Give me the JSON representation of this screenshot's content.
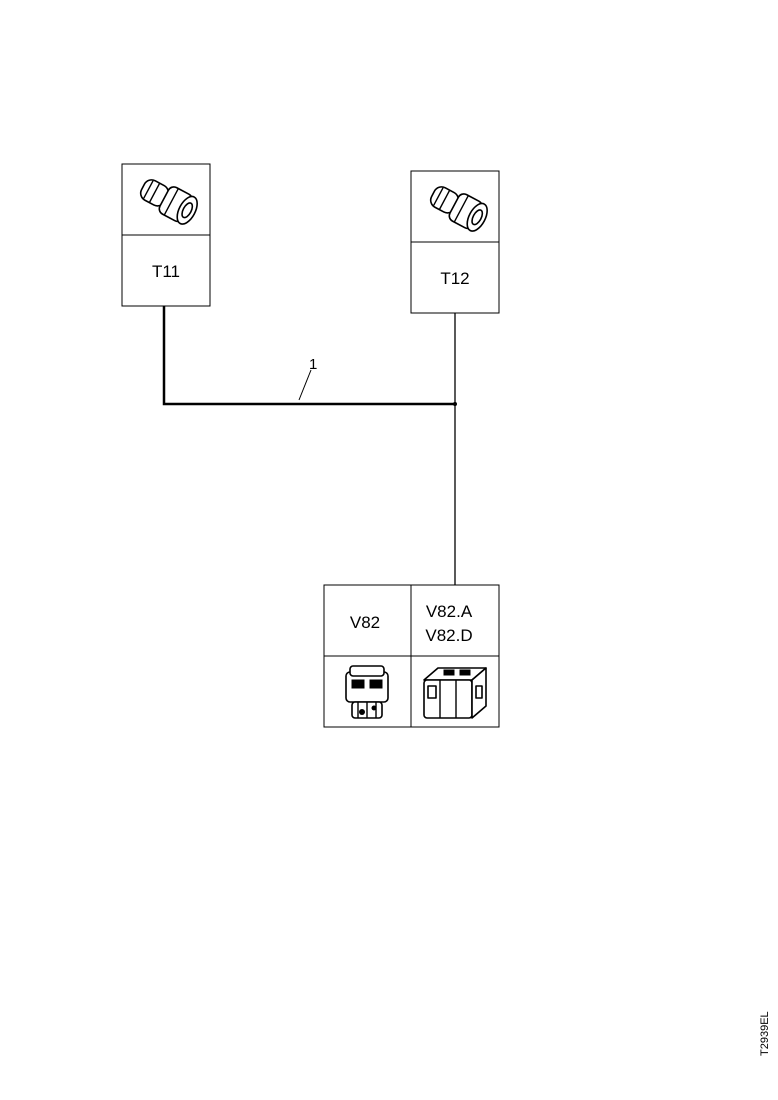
{
  "components": {
    "t11": {
      "label": "T11",
      "icon": "bulb-socket-icon"
    },
    "t12": {
      "label": "T12",
      "icon": "bulb-socket-icon"
    },
    "v82": {
      "label": "V82",
      "icon": "relay-icon"
    },
    "v82_pins": {
      "line1": "V82.A",
      "line2": "V82.D",
      "icon": "connector-block-icon"
    }
  },
  "wires": {
    "w1": {
      "label": "1"
    }
  },
  "reference": {
    "code": "T2939EL"
  }
}
